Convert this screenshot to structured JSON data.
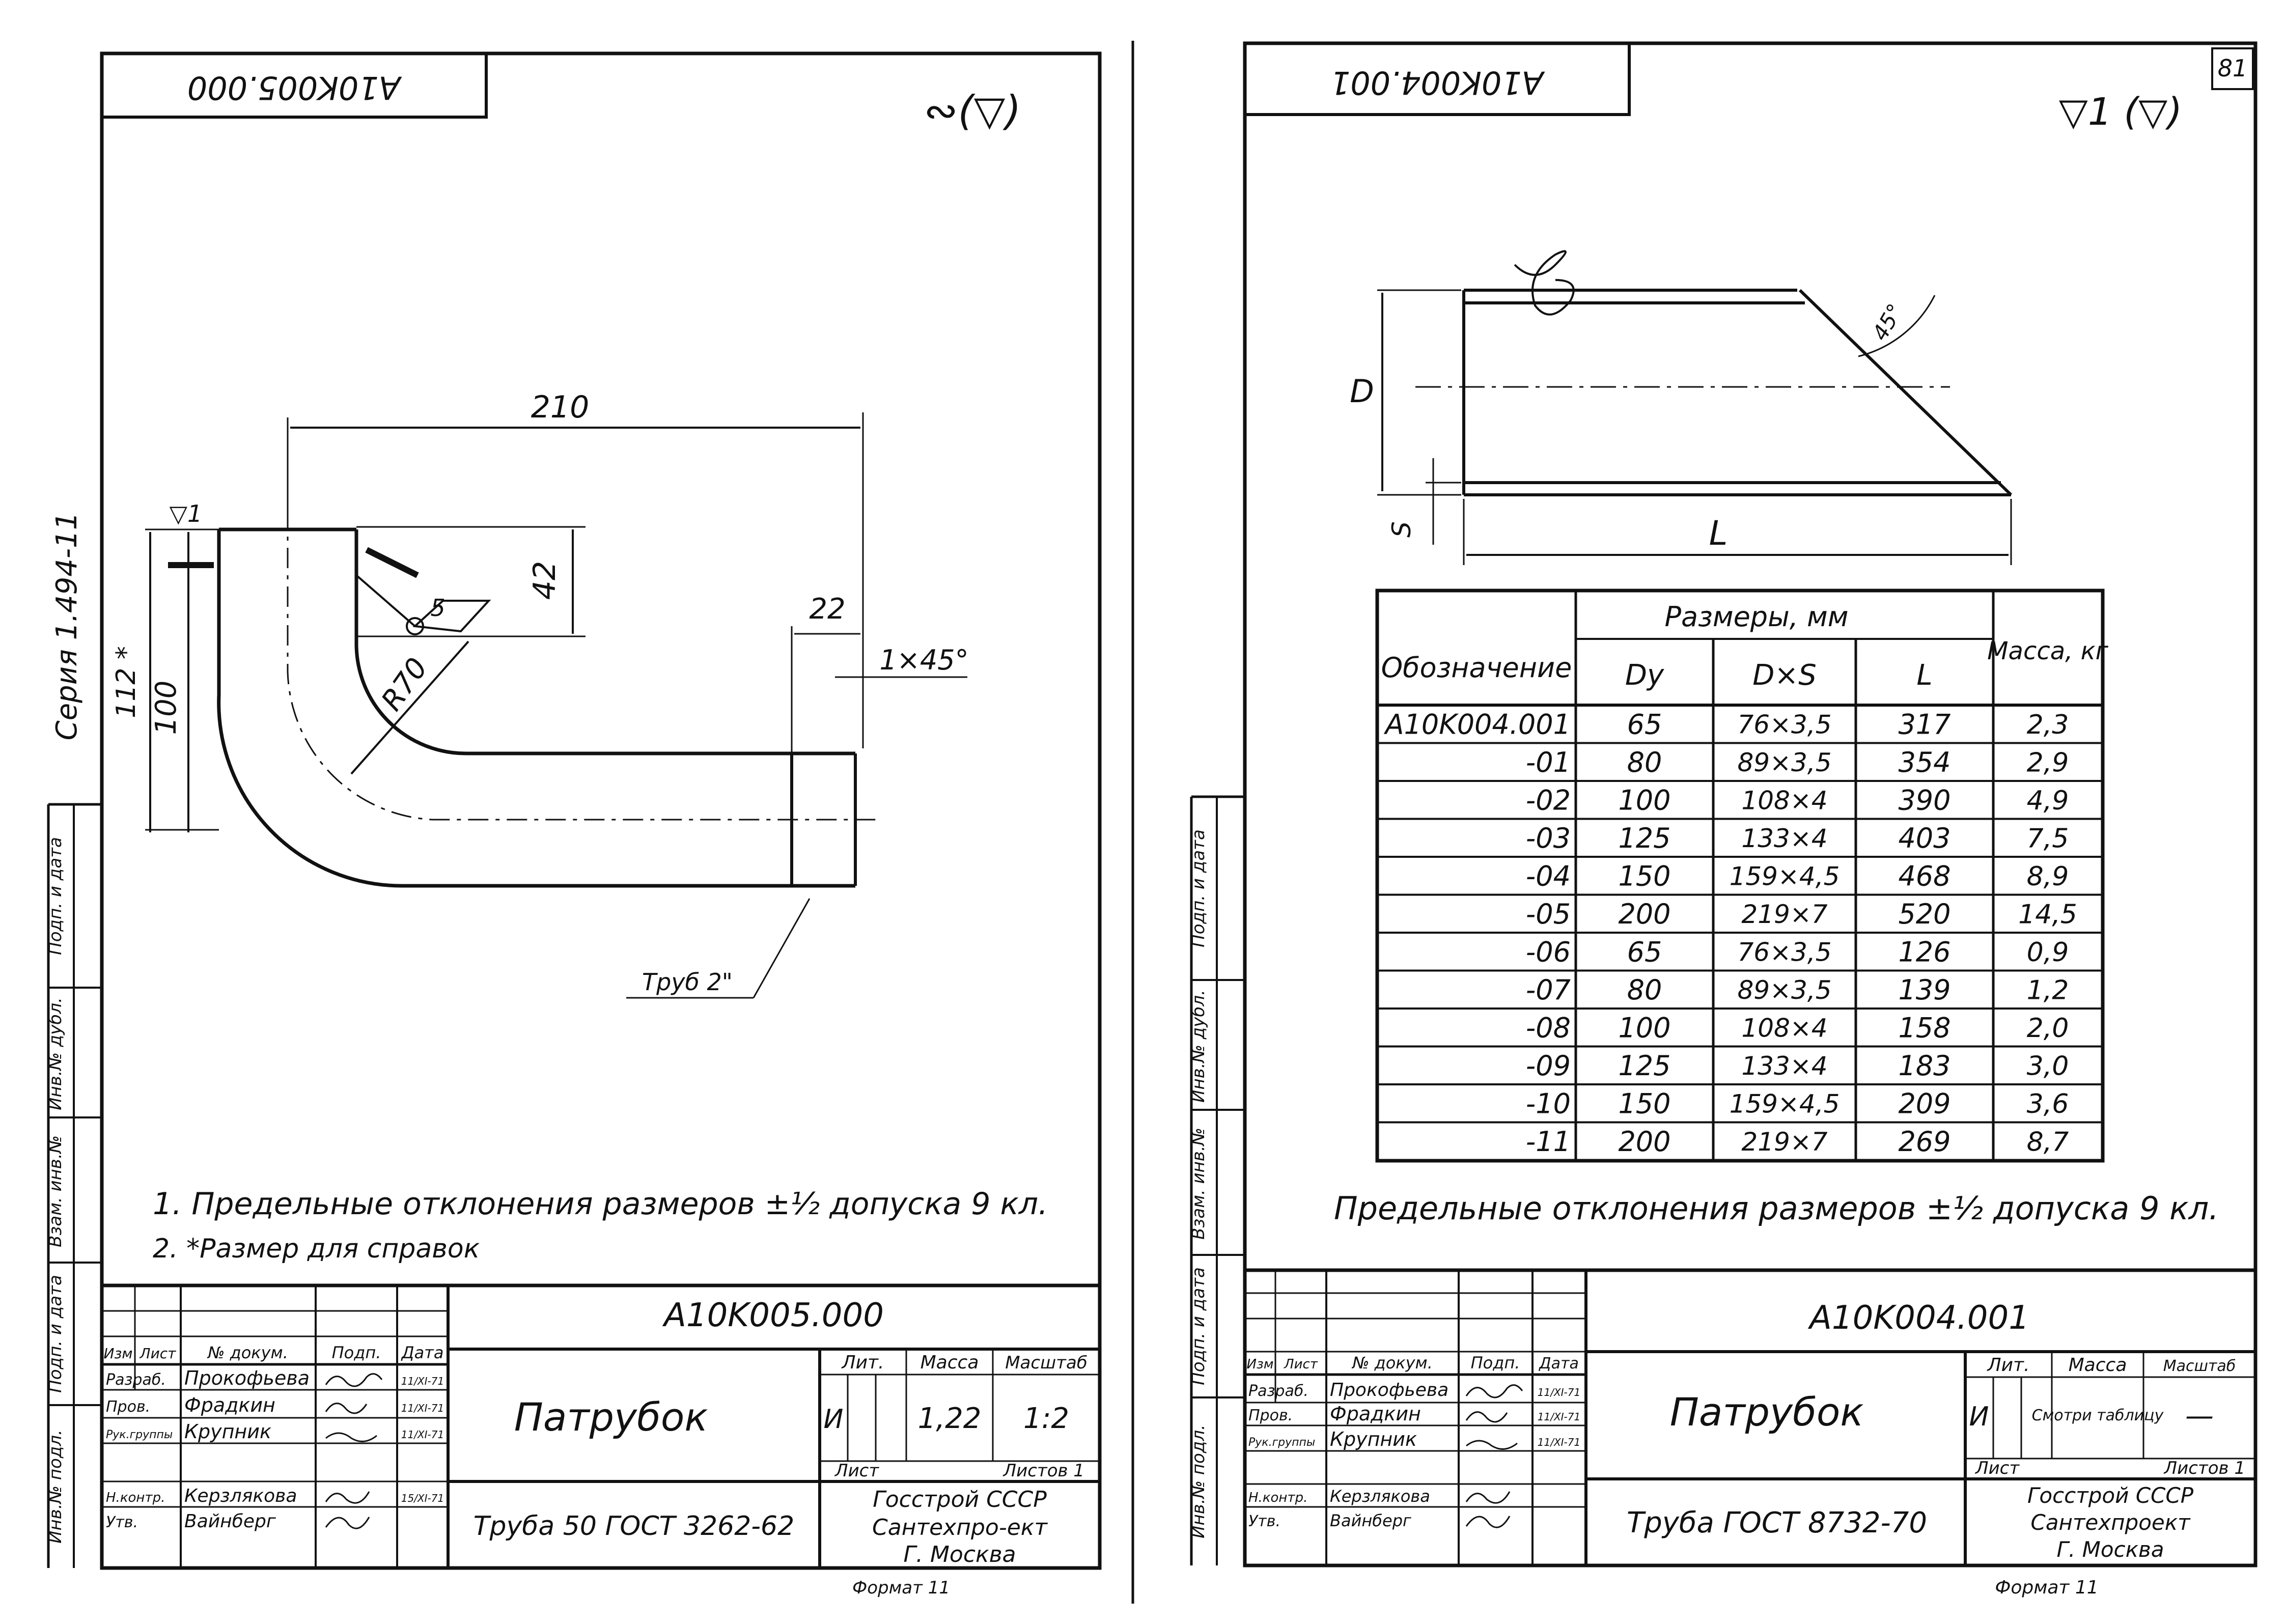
{
  "page_number": "81",
  "left": {
    "code_rot": "A10K005.000",
    "roughness_sign": "∾(▽)",
    "series": "Серия 1.494-11",
    "dims": {
      "d210": "210",
      "d42": "42",
      "d22": "22",
      "d1x45": "1×45°",
      "d112": "112 *",
      "d100": "100",
      "r70": "R70",
      "v1": "▽1",
      "five": "5",
      "tube": "Труб 2\""
    },
    "notes": [
      "1. Предельные отклонения размеров ±½ допуска 9 кл.",
      "2. *Размер для справок"
    ],
    "stamp": {
      "code": "A10K005.000",
      "name": "Патрубок",
      "material": "Труба 50 ГОСТ 3262-62",
      "lit_h": "Лит.",
      "mass_h": "Масса",
      "scale_h": "Масштаб",
      "lit": "И",
      "mass": "1,22",
      "scale": "1:2",
      "sheet": "Лист",
      "sheets": "Листов 1",
      "org": [
        "Госстрой СССР",
        "Сантехпро-ект",
        "Г. Москва"
      ],
      "hdr": [
        "Изм",
        "Лист",
        "№ докум.",
        "Подп.",
        "Дата"
      ],
      "rows": [
        [
          "Разраб.",
          "Прокофьева"
        ],
        [
          "Пров.",
          "Фрадкин"
        ],
        [
          "Рук.группы",
          "Крупник"
        ],
        [
          "Н.контр.",
          "Керзлякова"
        ],
        [
          "Утв.",
          "Вайнберг"
        ]
      ],
      "dates": [
        "11/XI-71",
        "11/XI-71",
        "11/XI-71",
        "15/XI-71"
      ],
      "format": "Формат 11"
    },
    "side": [
      "Инв.№ подл.",
      "Подп. и дата",
      "Взам. инв.№",
      "Инв.№ дубл.",
      "Подп. и дата"
    ]
  },
  "right": {
    "code_rot": "A10K004.001",
    "roughness_sign": "▽1 (▽)",
    "dims": {
      "D": "D",
      "S": "S",
      "L": "L",
      "angle": "45°"
    },
    "table": {
      "h_designation": "Обозначение",
      "h_sizes": "Размеры, мм",
      "h_mass": "Масса, кг",
      "h_dy": "Dу",
      "h_dxs": "D×S",
      "h_l": "L",
      "rows": [
        [
          "A10K004.001",
          "65",
          "76×3,5",
          "317",
          "2,3"
        ],
        [
          "-01",
          "80",
          "89×3,5",
          "354",
          "2,9"
        ],
        [
          "-02",
          "100",
          "108×4",
          "390",
          "4,9"
        ],
        [
          "-03",
          "125",
          "133×4",
          "403",
          "7,5"
        ],
        [
          "-04",
          "150",
          "159×4,5",
          "468",
          "8,9"
        ],
        [
          "-05",
          "200",
          "219×7",
          "520",
          "14,5"
        ],
        [
          "-06",
          "65",
          "76×3,5",
          "126",
          "0,9"
        ],
        [
          "-07",
          "80",
          "89×3,5",
          "139",
          "1,2"
        ],
        [
          "-08",
          "100",
          "108×4",
          "158",
          "2,0"
        ],
        [
          "-09",
          "125",
          "133×4",
          "183",
          "3,0"
        ],
        [
          "-10",
          "150",
          "159×4,5",
          "209",
          "3,6"
        ],
        [
          "-11",
          "200",
          "219×7",
          "269",
          "8,7"
        ]
      ]
    },
    "note": "Предельные отклонения размеров ±½ допуска 9 кл.",
    "stamp": {
      "code": "A10K004.001",
      "name": "Патрубок",
      "material": "Труба ГОСТ 8732-70",
      "lit_h": "Лит.",
      "mass_h": "Масса",
      "scale_h": "Масштаб",
      "lit": "И",
      "mass": "Смотри таблицу",
      "scale": "—",
      "sheet": "Лист",
      "sheets": "Листов 1",
      "org": [
        "Госстрой СССР",
        "Сантехпроект",
        "Г. Москва"
      ],
      "hdr": [
        "Изм",
        "Лист",
        "№ докум.",
        "Подп.",
        "Дата"
      ],
      "rows": [
        [
          "Разраб.",
          "Прокофьева"
        ],
        [
          "Пров.",
          "Фрадкин"
        ],
        [
          "Рук.группы",
          "Крупник"
        ],
        [
          "Н.контр.",
          "Керзлякова"
        ],
        [
          "Утв.",
          "Вайнберг"
        ]
      ],
      "dates": [
        "11/XI-71",
        "11/XI-71",
        "11/XI-71"
      ],
      "format": "Формат 11"
    },
    "side": [
      "Инв.№ подл.",
      "Подп. и дата",
      "Взам. инв.№",
      "Инв.№ дубл.",
      "Подп. и дата"
    ]
  }
}
